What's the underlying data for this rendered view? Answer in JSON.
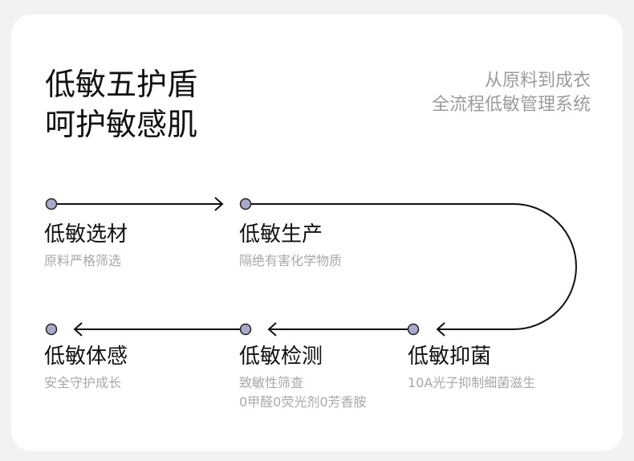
{
  "headline": {
    "line1": "低敏五护盾",
    "line2": "呵护敏感肌"
  },
  "tagline": {
    "line1": "从原料到成衣",
    "line2": "全流程低敏管理系统"
  },
  "steps": [
    {
      "title": "低敏选材",
      "desc": [
        "原料严格筛选"
      ]
    },
    {
      "title": "低敏生产",
      "desc": [
        "隔绝有害化学物质"
      ]
    },
    {
      "title": "低敏抑菌",
      "desc": [
        "10A光子抑制细菌滋生"
      ]
    },
    {
      "title": "低敏检测",
      "desc": [
        "致敏性筛查",
        "0甲醛0荧光剂0芳香胺"
      ]
    },
    {
      "title": "低敏体感",
      "desc": [
        "安全守护成长"
      ]
    }
  ],
  "colors": {
    "dot": "#a9aacb",
    "line": "#111111",
    "muted": "#a8a8a8"
  }
}
